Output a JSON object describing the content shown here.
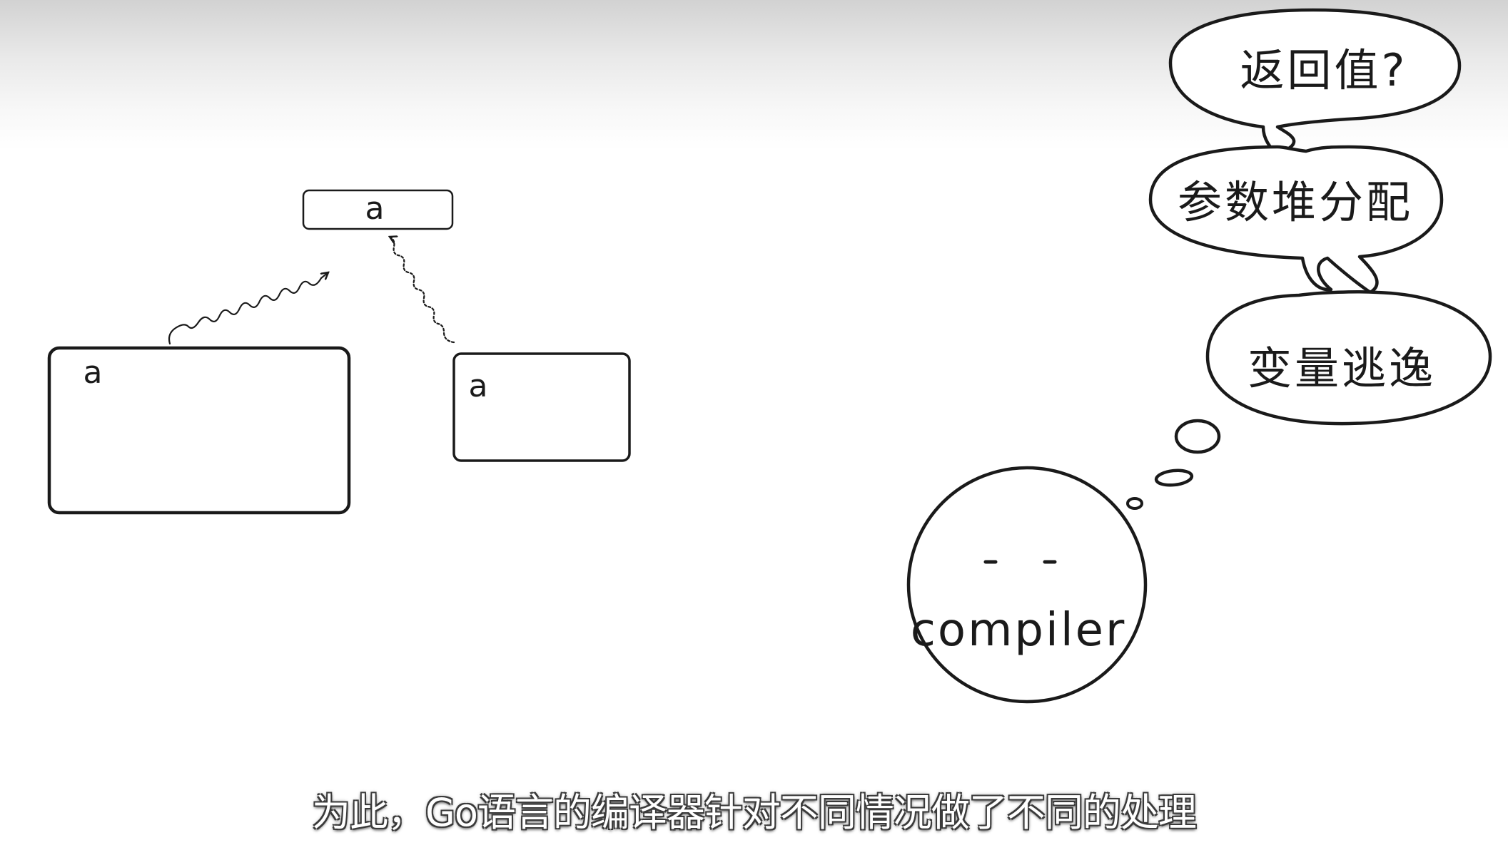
{
  "diagram": {
    "top_box_label": "a",
    "left_box_label": "a",
    "right_box_label": "a",
    "thought_bubbles": [
      "返回值?",
      "参数堆分配",
      "变量逃逸"
    ],
    "character_label": "compiler"
  },
  "subtitle": "为此，Go语言的编译器针对不同情况做了不同的处理"
}
